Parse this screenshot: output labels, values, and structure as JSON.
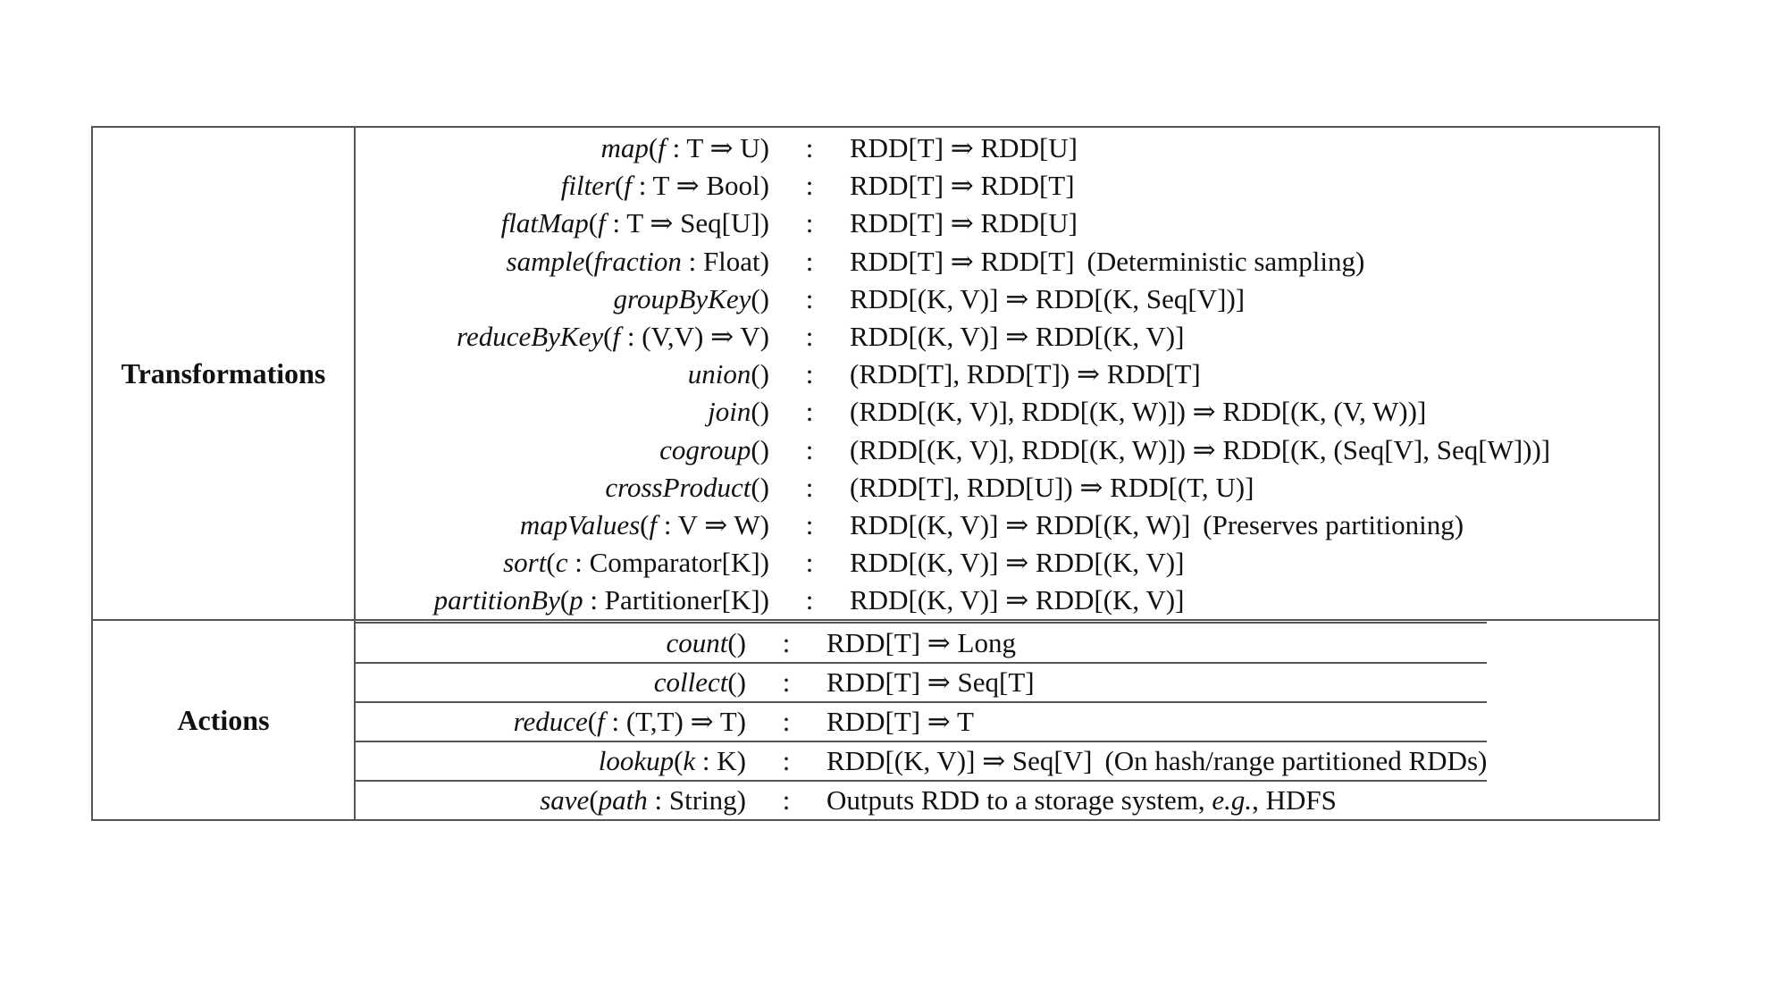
{
  "table": {
    "transformations": {
      "label": "Transformations",
      "rows": [
        {
          "fn": "map",
          "pre": "(",
          "arg": "f",
          "post": " : T ⇒ U)",
          "result": "RDD[T] ⇒ RDD[U]",
          "note": ""
        },
        {
          "fn": "filter",
          "pre": "(",
          "arg": "f",
          "post": " : T ⇒ Bool)",
          "result": "RDD[T] ⇒ RDD[T]",
          "note": ""
        },
        {
          "fn": "flatMap",
          "pre": "(",
          "arg": "f",
          "post": " : T ⇒ Seq[U])",
          "result": "RDD[T] ⇒ RDD[U]",
          "note": ""
        },
        {
          "fn": "sample",
          "pre": "(",
          "arg": "fraction",
          "post": " : Float)",
          "result": "RDD[T] ⇒ RDD[T]",
          "note": "(Deterministic sampling)"
        },
        {
          "fn": "groupByKey",
          "pre": "()",
          "arg": "",
          "post": "",
          "result": "RDD[(K, V)] ⇒ RDD[(K, Seq[V])]",
          "note": ""
        },
        {
          "fn": "reduceByKey",
          "pre": "(",
          "arg": "f",
          "post": " : (V,V) ⇒ V)",
          "result": "RDD[(K, V)] ⇒ RDD[(K, V)]",
          "note": ""
        },
        {
          "fn": "union",
          "pre": "()",
          "arg": "",
          "post": "",
          "result": "(RDD[T], RDD[T]) ⇒ RDD[T]",
          "note": ""
        },
        {
          "fn": "join",
          "pre": "()",
          "arg": "",
          "post": "",
          "result": "(RDD[(K, V)], RDD[(K, W)]) ⇒ RDD[(K, (V, W))]",
          "note": ""
        },
        {
          "fn": "cogroup",
          "pre": "()",
          "arg": "",
          "post": "",
          "result": "(RDD[(K, V)], RDD[(K, W)]) ⇒ RDD[(K, (Seq[V], Seq[W]))]",
          "note": ""
        },
        {
          "fn": "crossProduct",
          "pre": "()",
          "arg": "",
          "post": "",
          "result": "(RDD[T], RDD[U]) ⇒ RDD[(T, U)]",
          "note": ""
        },
        {
          "fn": "mapValues",
          "pre": "(",
          "arg": "f",
          "post": " : V ⇒ W)",
          "result": "RDD[(K, V)] ⇒ RDD[(K, W)]",
          "note": "(Preserves partitioning)"
        },
        {
          "fn": "sort",
          "pre": "(",
          "arg": "c",
          "post": " : Comparator[K])",
          "result": "RDD[(K, V)] ⇒ RDD[(K, V)]",
          "note": ""
        },
        {
          "fn": "partitionBy",
          "pre": "(",
          "arg": "p",
          "post": " : Partitioner[K])",
          "result": "RDD[(K, V)] ⇒ RDD[(K, V)]",
          "note": ""
        }
      ]
    },
    "actions": {
      "label": "Actions",
      "rows": [
        {
          "fn": "count",
          "pre": "()",
          "arg": "",
          "post": "",
          "result": "RDD[T] ⇒ Long",
          "note": ""
        },
        {
          "fn": "collect",
          "pre": "()",
          "arg": "",
          "post": "",
          "result": "RDD[T] ⇒ Seq[T]",
          "note": ""
        },
        {
          "fn": "reduce",
          "pre": "(",
          "arg": "f",
          "post": " : (T,T) ⇒ T)",
          "result": "RDD[T] ⇒ T",
          "note": ""
        },
        {
          "fn": "lookup",
          "pre": "(",
          "arg": "k",
          "post": " : K)",
          "result": "RDD[(K, V)] ⇒ Seq[V]",
          "note": "(On hash/range partitioned RDDs)"
        },
        {
          "fn": "save",
          "pre": "(",
          "arg": "path",
          "post": " : String)",
          "result": "Outputs RDD to a storage system, ",
          "result_em": "e.g.",
          "result_tail": ", HDFS",
          "note": ""
        }
      ]
    },
    "separator": ":"
  }
}
